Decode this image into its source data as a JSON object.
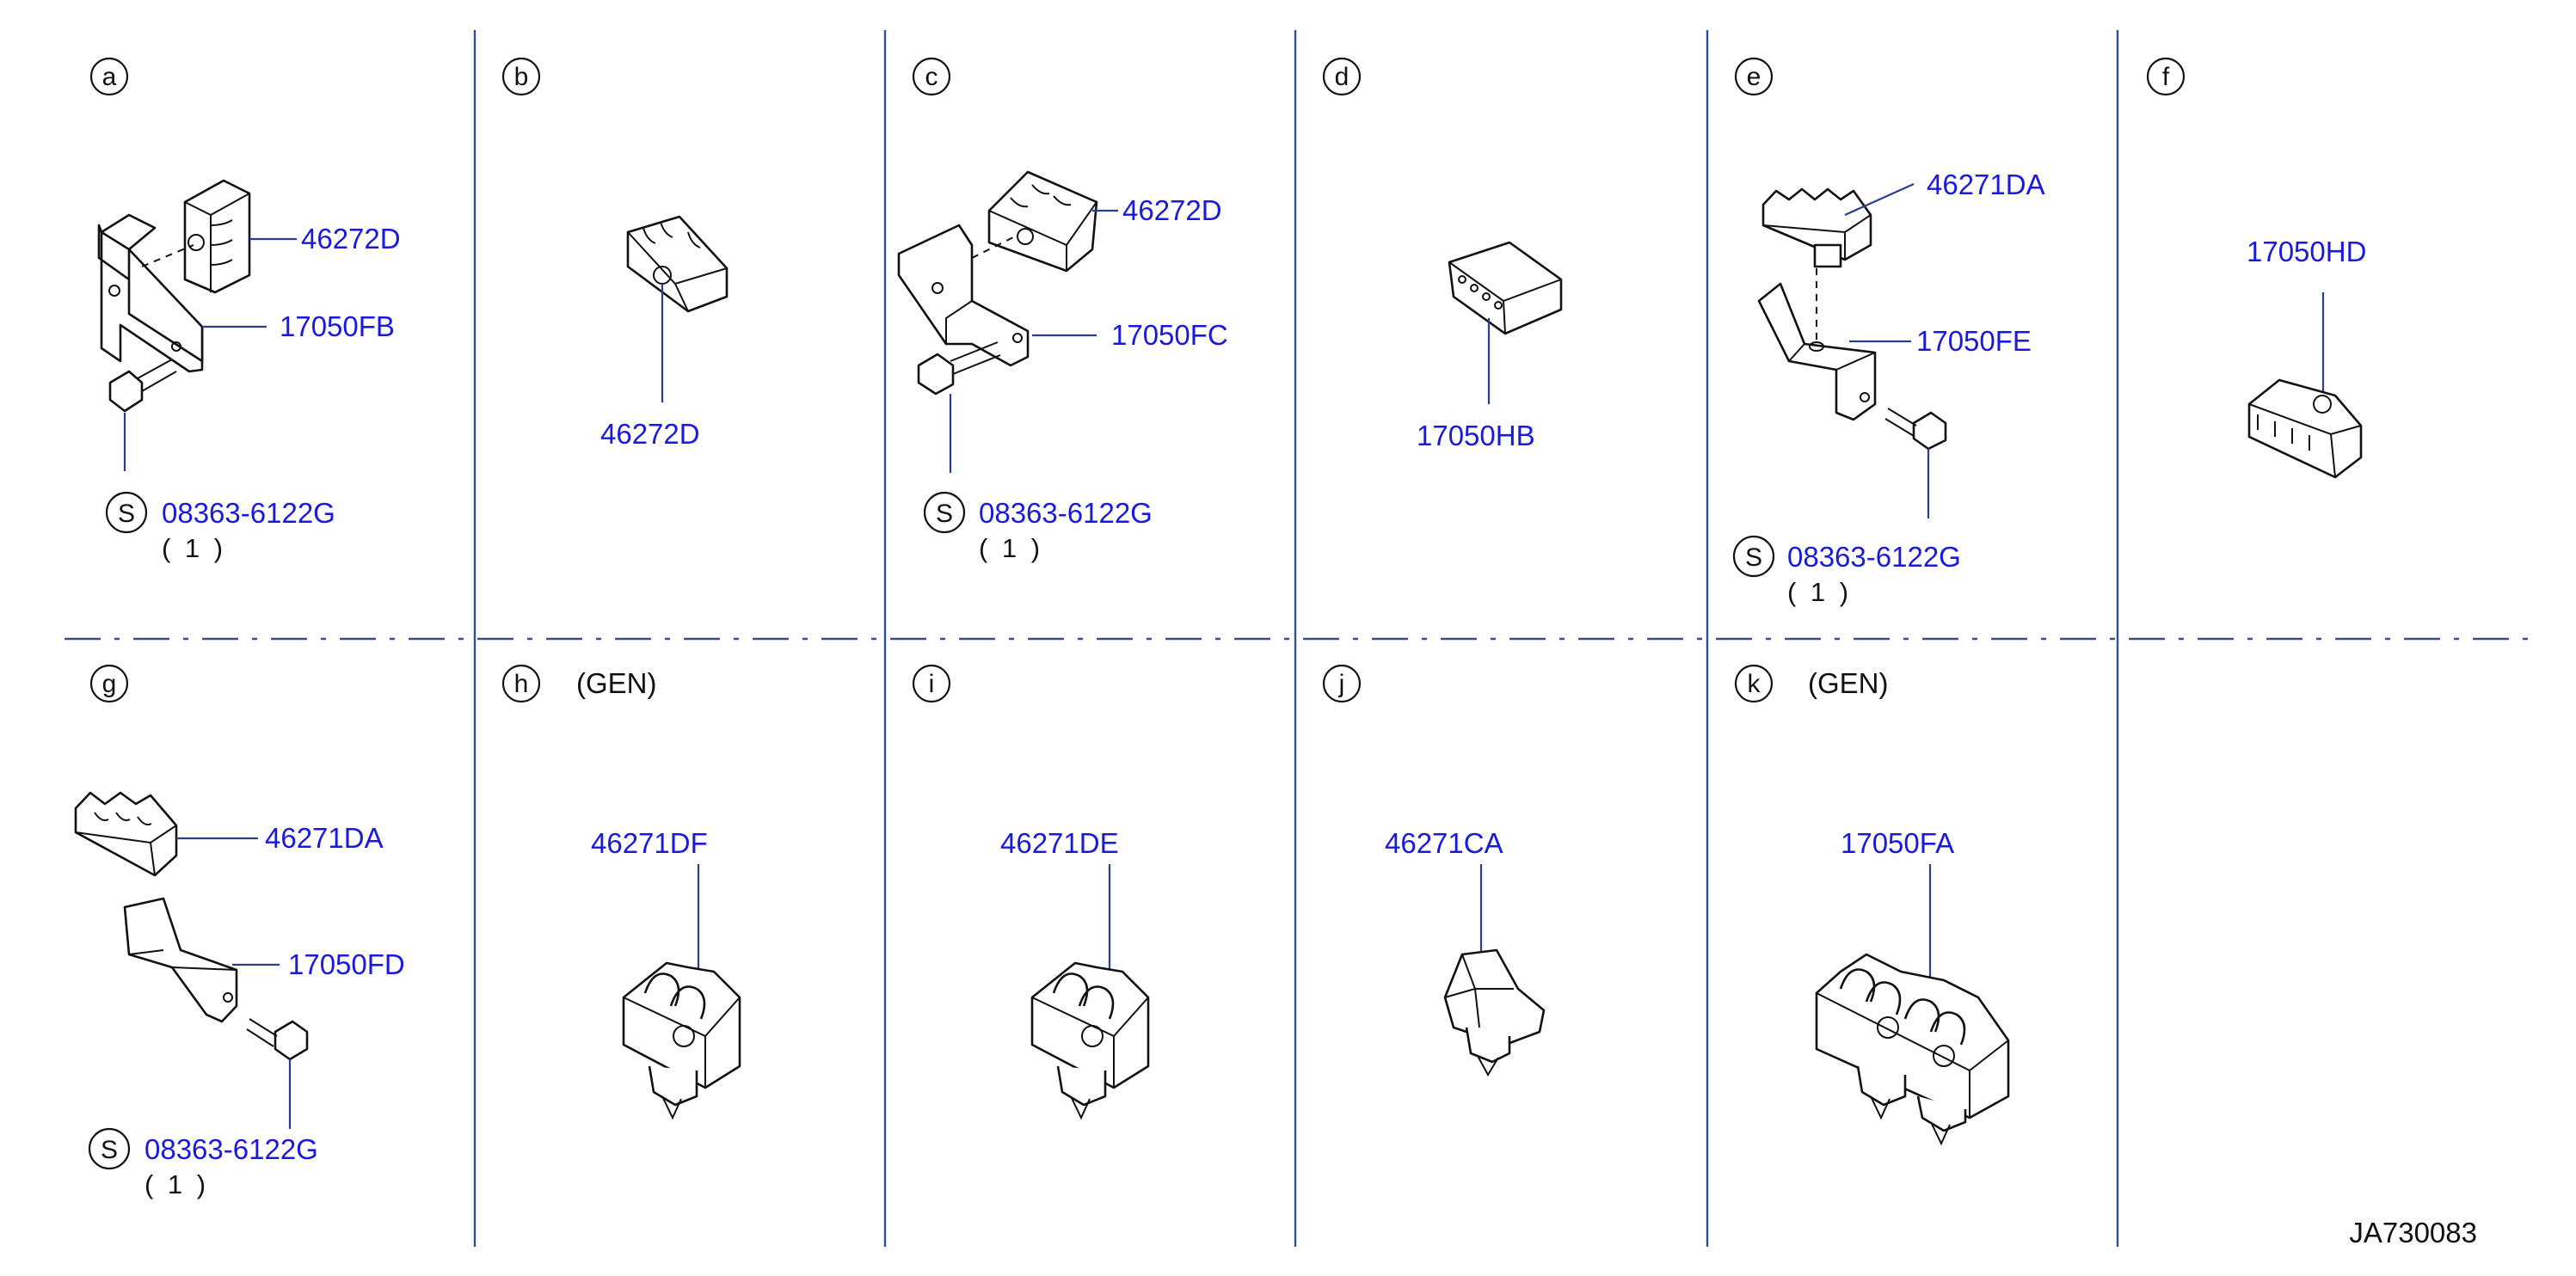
{
  "panels": {
    "a": {
      "letter": "a",
      "part1": "46272D",
      "part2": "17050FB",
      "bolt": "08363-6122G",
      "qty": "( 1 )"
    },
    "b": {
      "letter": "b",
      "part1": "46272D"
    },
    "c": {
      "letter": "c",
      "part1": "46272D",
      "part2": "17050FC",
      "bolt": "08363-6122G",
      "qty": "( 1 )"
    },
    "d": {
      "letter": "d",
      "part1": "17050HB"
    },
    "e": {
      "letter": "e",
      "part1": "46271DA",
      "part2": "17050FE",
      "bolt": "08363-6122G",
      "qty": "( 1 )"
    },
    "f": {
      "letter": "f",
      "part1": "17050HD"
    },
    "g": {
      "letter": "g",
      "part1": "46271DA",
      "part2": "17050FD",
      "bolt": "08363-6122G",
      "qty": "( 1 )"
    },
    "h": {
      "letter": "h",
      "note": "(GEN)",
      "part1": "46271DF"
    },
    "i": {
      "letter": "i",
      "part1": "46271DE"
    },
    "j": {
      "letter": "j",
      "part1": "46271CA"
    },
    "k": {
      "letter": "k",
      "note": "(GEN)",
      "part1": "17050FA"
    }
  },
  "symbol": "S",
  "diagram_code": "JA730083",
  "colors": {
    "part_number": "#1a1adc",
    "divider": "#2e4f96"
  }
}
